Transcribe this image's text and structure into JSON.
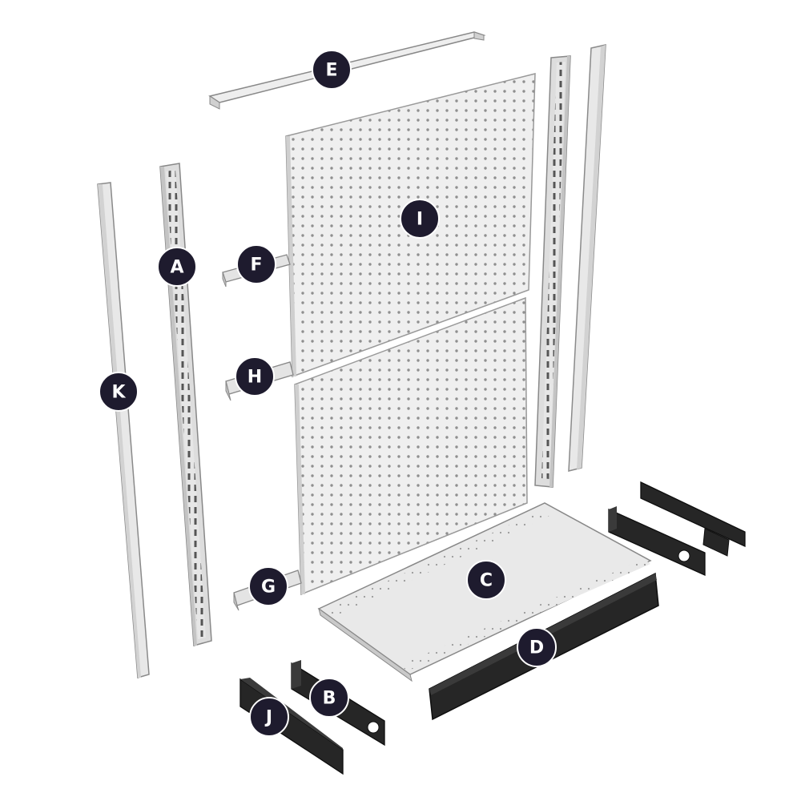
{
  "colors": {
    "badge_fill": "#1e1b2e",
    "badge_text": "#ffffff",
    "metal_light": "#f1f1f1",
    "metal_mid": "#dcdcdc",
    "metal_dark": "#b8b8b8",
    "outline": "#8a8a8a",
    "black_part": "#242424",
    "black_edge": "#0e0e0e"
  },
  "labels": {
    "a": "A",
    "b": "B",
    "c": "C",
    "d": "D",
    "e": "E",
    "f": "F",
    "g": "G",
    "h": "H",
    "i": "I",
    "j": "J",
    "k": "K"
  }
}
